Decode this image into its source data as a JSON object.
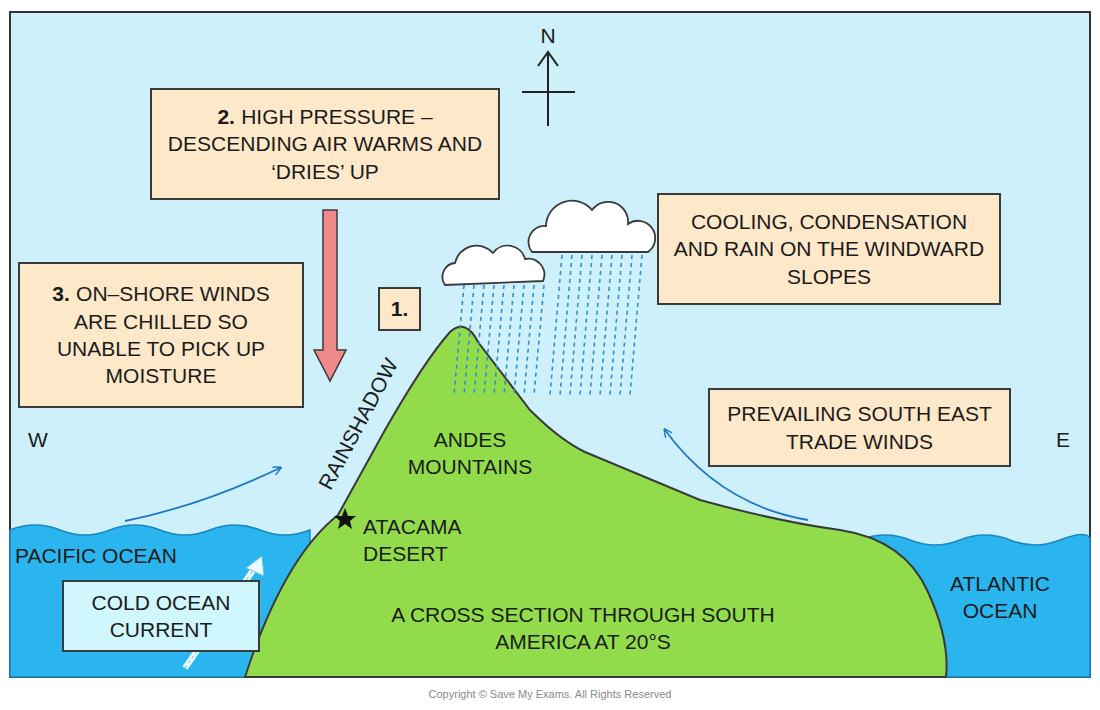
{
  "diagram": {
    "nodes": [
      {
        "text": [
          "2.",
          "HIGH PRESSURE – DESCENDING AIR WARMS AND ‘DRIES’ UP"
        ]
      },
      {
        "text": [
          "3.",
          "ON–SHORE WINDS ARE CHILLED SO UNABLE TO PICK UP MOISTURE"
        ]
      },
      {
        "text": [
          "1."
        ]
      },
      {
        "text": [
          "COOLING, CONDENSATION AND RAIN ON THE WINDWARD SLOPES"
        ]
      },
      {
        "text": [
          "PREVAILING SOUTH EAST TRADE WINDS"
        ]
      },
      {
        "text": [
          "COLD OCEAN CURRENT"
        ]
      }
    ],
    "labels": [
      "N",
      "W",
      "E",
      "RAINSHADOW",
      "ANDES MOUNTAINS",
      "ATACAMA DESERT",
      "PACIFIC OCEAN",
      "ATLANTIC OCEAN",
      "A CROSS SECTION THROUGH SOUTH AMERICA AT 20°S",
      "Copyright © Save My Exams. All Rights Reserved"
    ]
  }
}
